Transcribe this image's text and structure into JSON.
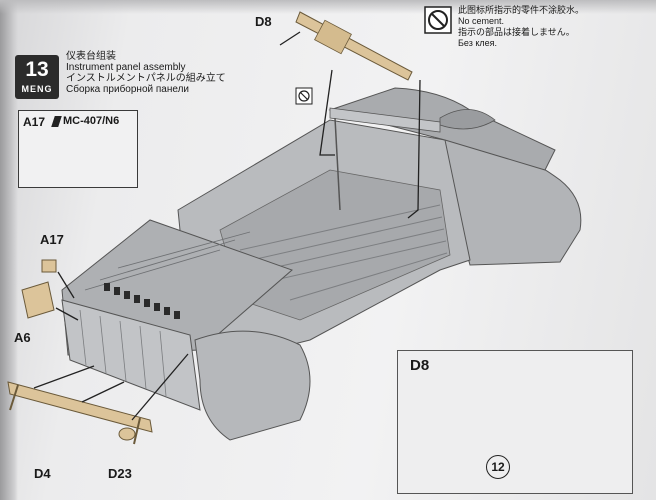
{
  "step": {
    "number": "13",
    "brand": "MENG"
  },
  "title": {
    "zh": "仪表台组装",
    "en": "Instrument panel assembly",
    "ja": "インストルメントパネルの組み立て",
    "ru": "Сборка приборной панели"
  },
  "paint": {
    "part": "A17",
    "code": "MC-407/N6"
  },
  "notice": {
    "icon": "no-cement-icon",
    "zh": "此图标所指示的零件不涂胶水。",
    "en": "No cement.",
    "ja": "指示の部品は接着しません。",
    "ru": "Без клея."
  },
  "parts": {
    "d8_top": "D8",
    "a17": "A17",
    "a6": "A6",
    "d4": "D4",
    "d23": "D23"
  },
  "detail": {
    "title": "D8",
    "step_ref": "12"
  },
  "colors": {
    "part_highlight": "#dcc49a",
    "hull": "#b8babd",
    "paint_green": "#3b9a5a"
  }
}
